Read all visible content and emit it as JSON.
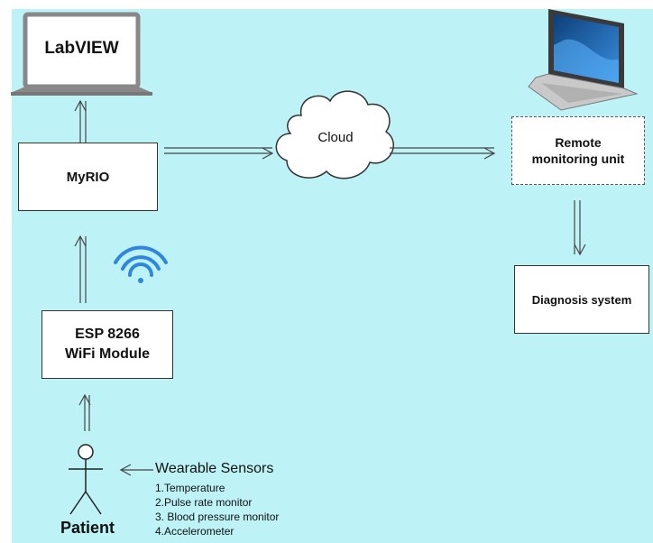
{
  "nodes": {
    "labview": "LabVIEW",
    "myrio": "MyRIO",
    "cloud": "Cloud",
    "remote": "Remote\nmonitoring unit",
    "diagnosis": "Diagnosis system",
    "esp": "ESP 8266\nWiFi Module",
    "patient": "Patient"
  },
  "sensors": {
    "title": "Wearable Sensors",
    "items": [
      "1.Temperature",
      "2.Pulse rate monitor",
      "3. Blood pressure monitor",
      "4.Accelerometer"
    ]
  },
  "icons": [
    "laptop-icon",
    "wifi-icon",
    "person-icon",
    "cloud-icon"
  ],
  "colors": {
    "background": "#bdf3f7",
    "wifi": "#2f86e0",
    "laptop_screen": "#1f5fa8"
  }
}
